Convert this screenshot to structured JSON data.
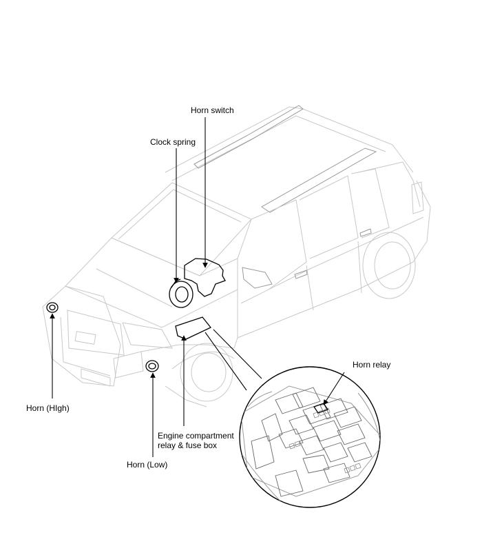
{
  "labels": {
    "horn_switch": "Horn switch",
    "clock_spring": "Clock spring",
    "horn_relay": "Horn relay",
    "horn_high": "Horn (HIgh)",
    "horn_low": "Horn (Low)",
    "fuse_box_line1": "Engine compartment",
    "fuse_box_line2": "relay & fuse box"
  }
}
